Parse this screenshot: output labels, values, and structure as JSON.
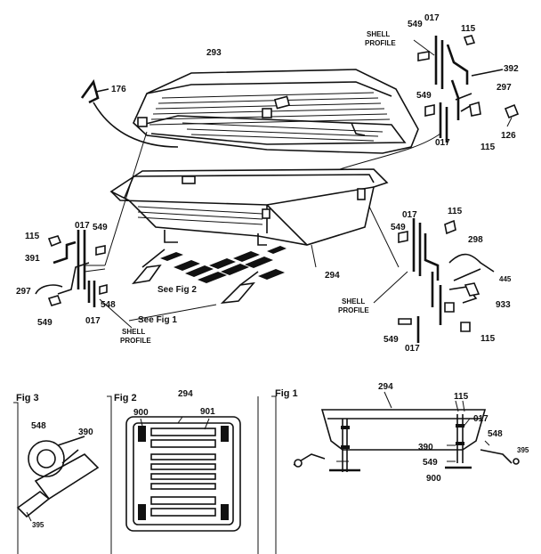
{
  "labels": {
    "part_293": "293",
    "part_176": "176",
    "part_549": "549",
    "part_017": "017",
    "part_115": "115",
    "part_392": "392",
    "part_297": "297",
    "part_126": "126",
    "part_294": "294",
    "part_391": "391",
    "part_548": "548",
    "part_298": "298",
    "part_445": "445",
    "part_933": "933",
    "part_390": "390",
    "part_395": "395",
    "part_900": "900",
    "part_901": "901",
    "shell": "SHELL",
    "profile": "PROFILE",
    "see_fig_1": "See Fig 1",
    "see_fig_2": "See Fig 2",
    "fig_1": "Fig 1",
    "fig_2": "Fig 2",
    "fig_3": "Fig 3"
  }
}
